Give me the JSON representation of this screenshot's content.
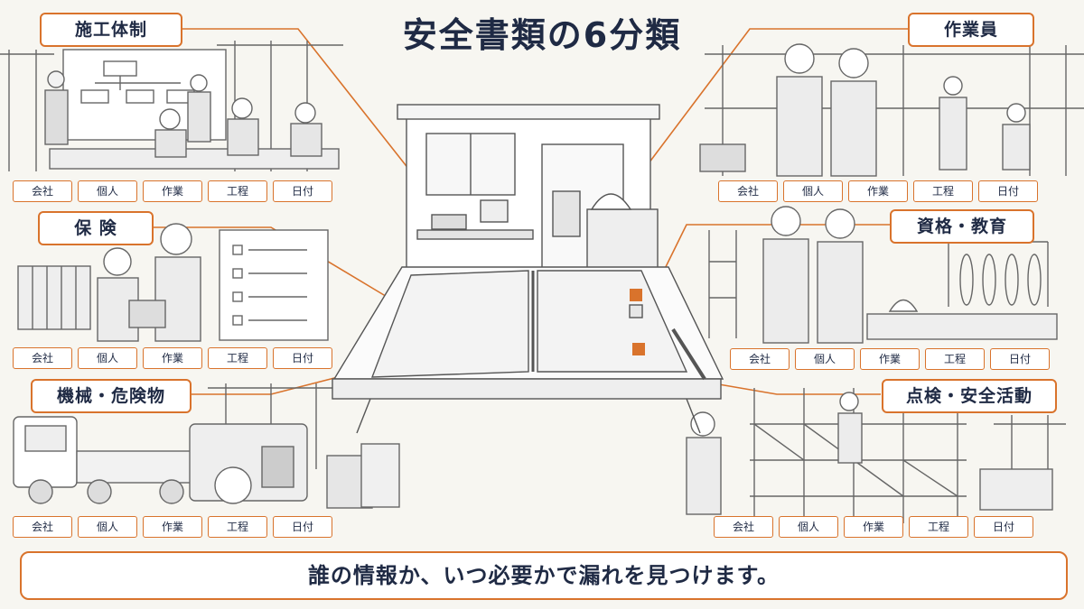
{
  "title": "安全書類の6分類",
  "categories": [
    {
      "name": "施工体制",
      "tags": [
        "会社",
        "個人",
        "作業",
        "工程",
        "日付"
      ]
    },
    {
      "name": "作業員",
      "tags": [
        "会社",
        "個人",
        "作業",
        "工程",
        "日付"
      ]
    },
    {
      "name": "保 険",
      "tags": [
        "会社",
        "個人",
        "作業",
        "工程",
        "日付"
      ]
    },
    {
      "name": "資格・教育",
      "tags": [
        "会社",
        "個人",
        "作業",
        "工程",
        "日付"
      ]
    },
    {
      "name": "機械・危険物",
      "tags": [
        "会社",
        "個人",
        "作業",
        "工程",
        "日付"
      ]
    },
    {
      "name": "点検・安全活動",
      "tags": [
        "会社",
        "個人",
        "作業",
        "工程",
        "日付"
      ]
    }
  ],
  "footer": "誰の情報か、いつ必要かで漏れを見つけます。",
  "colors": {
    "accent": "#d9732c",
    "navy": "#1f2a44",
    "line": "#555555"
  }
}
